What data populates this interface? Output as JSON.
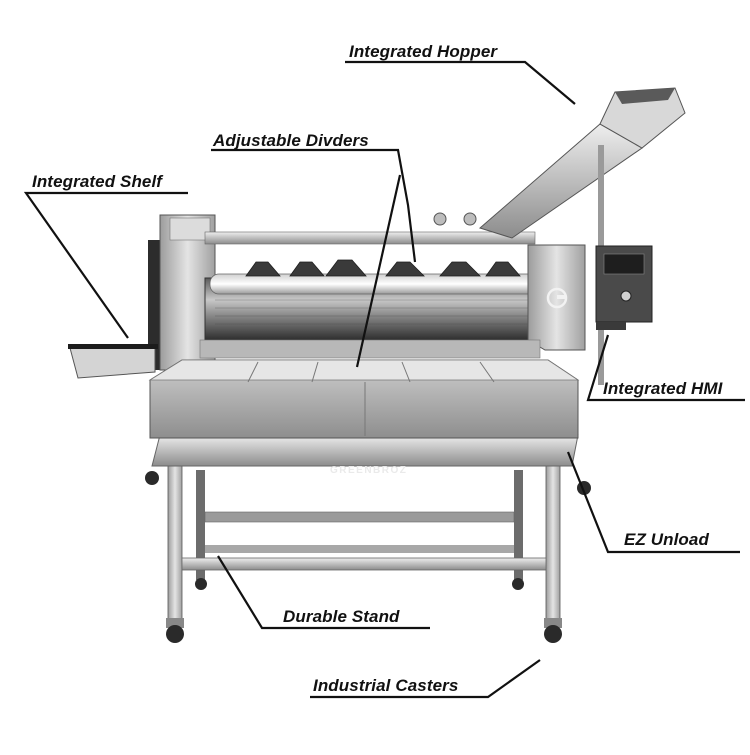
{
  "brand": "GREENBROZ",
  "callouts": {
    "hopper": "Integrated Hopper",
    "dividers": "Adjustable Divders",
    "shelf": "Integrated Shelf",
    "hmi": "Integrated HMI",
    "unload": "EZ Unload",
    "stand": "Durable Stand",
    "casters": "Industrial Casters"
  },
  "colors": {
    "label_text": "#111111",
    "leader_line": "#111111",
    "steel_light": "#d6d6d6",
    "steel_mid": "#9a9a9a",
    "steel_dark": "#3a3a3a",
    "background": "#ffffff"
  }
}
